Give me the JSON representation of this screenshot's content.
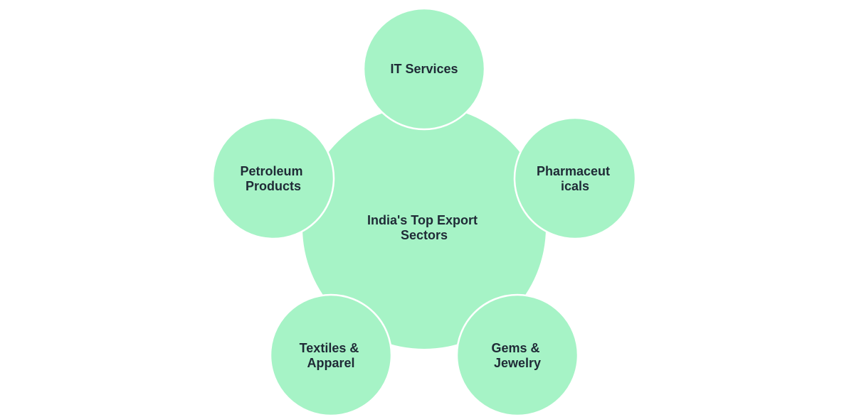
{
  "diagram": {
    "center": {
      "lines": [
        "India's Top Export",
        "Sectors"
      ]
    },
    "sectors": [
      {
        "id": "it-services",
        "lines": [
          "IT Services"
        ]
      },
      {
        "id": "pharmaceuticals",
        "lines": [
          "Pharmaceut",
          "icals"
        ]
      },
      {
        "id": "gems-jewelry",
        "lines": [
          "Gems &",
          "Jewelry"
        ]
      },
      {
        "id": "textiles-apparel",
        "lines": [
          "Textiles &",
          "Apparel"
        ]
      },
      {
        "id": "petroleum-products",
        "lines": [
          "Petroleum",
          "Products"
        ]
      }
    ],
    "colors": {
      "fill": "#a6f3c6",
      "text": "#1f2a36",
      "border": "#ffffff"
    }
  }
}
